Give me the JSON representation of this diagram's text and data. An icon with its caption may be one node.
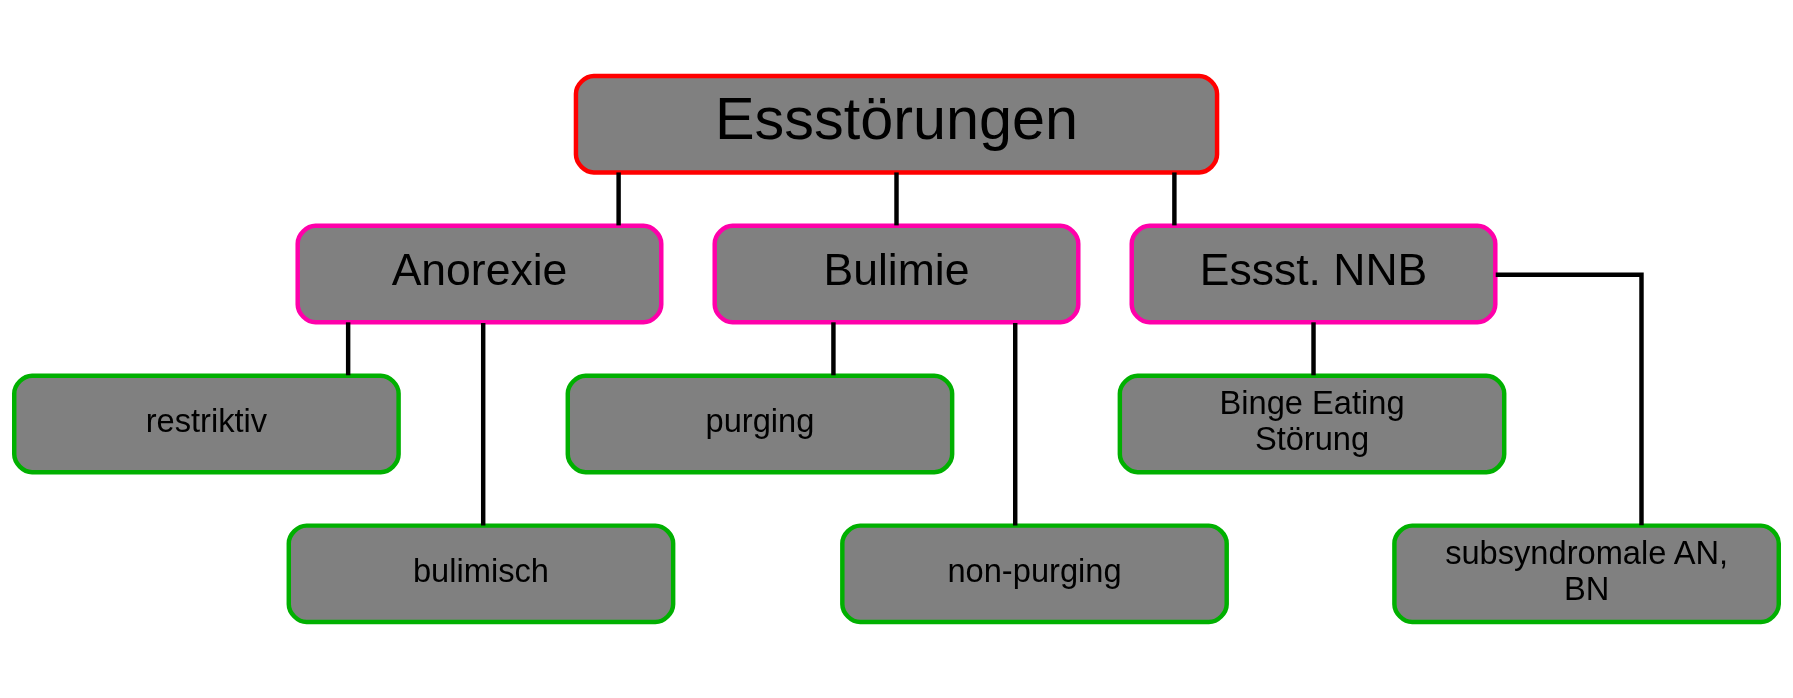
{
  "diagram": {
    "nodes": [
      {
        "text": [
          "Essstörungen"
        ]
      },
      {
        "text": [
          "Anorexie"
        ]
      },
      {
        "text": [
          "Bulimie"
        ]
      },
      {
        "text": [
          "Essst. NNB"
        ]
      },
      {
        "text": [
          "restriktiv"
        ]
      },
      {
        "text": [
          "bulimisch"
        ]
      },
      {
        "text": [
          "purging"
        ]
      },
      {
        "text": [
          "non-purging"
        ]
      },
      {
        "text": [
          "Binge Eating Störung"
        ]
      },
      {
        "text": [
          "subsyndromale AN, BN"
        ]
      }
    ],
    "edges": [
      {
        "from": 0,
        "to": 1,
        "arrow": "none"
      },
      {
        "from": 0,
        "to": 2,
        "arrow": "none"
      },
      {
        "from": 0,
        "to": 3,
        "arrow": "none"
      },
      {
        "from": 1,
        "to": 4,
        "arrow": "none"
      },
      {
        "from": 1,
        "to": 5,
        "arrow": "none"
      },
      {
        "from": 2,
        "to": 6,
        "arrow": "none"
      },
      {
        "from": 2,
        "to": 7,
        "arrow": "none"
      },
      {
        "from": 3,
        "to": 8,
        "arrow": "none"
      },
      {
        "from": 3,
        "to": 9,
        "arrow": "none"
      }
    ]
  }
}
